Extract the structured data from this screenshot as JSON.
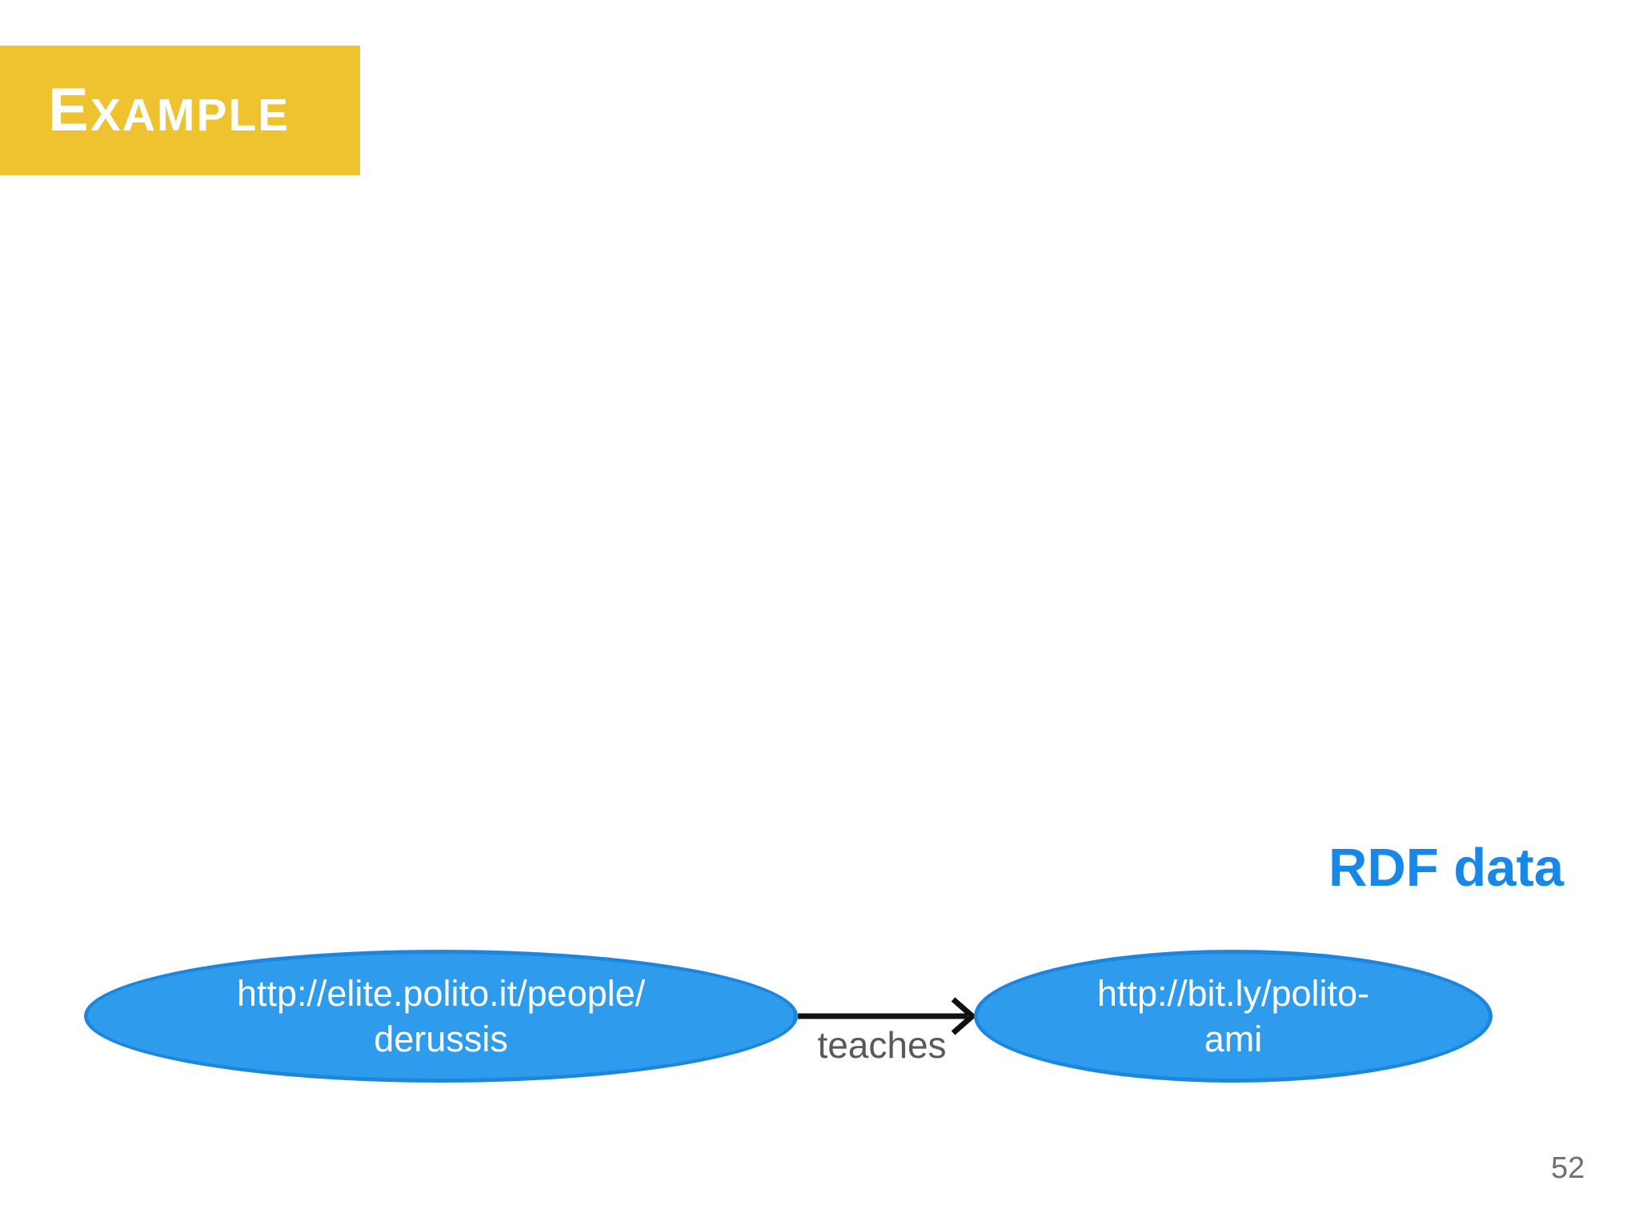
{
  "slide": {
    "header": {
      "title_initial": "E",
      "title_rest": "XAMPLE"
    },
    "annotation": {
      "label": "RDF data"
    },
    "page_number": "52"
  },
  "diagram": {
    "type": "rdf-graph",
    "nodes": [
      {
        "id": "subject",
        "line1": "http://elite.polito.it/people/",
        "line2": "derussis"
      },
      {
        "id": "object",
        "line1": "http://bit.ly/polito-",
        "line2": "ami"
      }
    ],
    "edges": [
      {
        "from": "subject",
        "to": "object",
        "label": "teaches"
      }
    ]
  },
  "colors": {
    "background": "#FFFFFF",
    "banner_yellow": "#EEC32F",
    "title_text": "#FFFFFF",
    "node_fill": "#2F9BEC",
    "node_border": "#1C86DF",
    "node_text": "#FFFFFF",
    "annotation_blue": "#1788E8",
    "edge_label_gray": "#595959",
    "arrow_black": "#111111",
    "page_number_gray": "#6F6F79"
  }
}
